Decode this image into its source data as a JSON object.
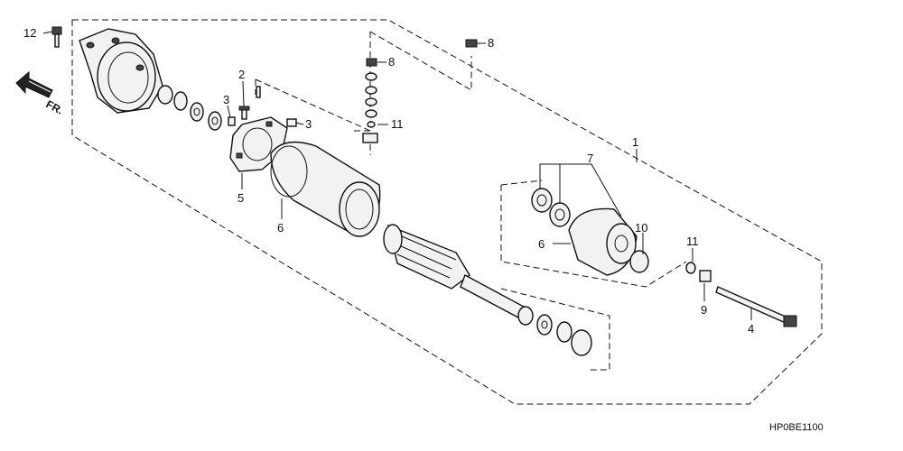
{
  "diagram": {
    "code": "HP0BE1100",
    "direction": "FR.",
    "callouts": {
      "c1": "1",
      "c2": "2",
      "c3a": "3",
      "c3b": "3",
      "c4": "4",
      "c5": "5",
      "c6a": "6",
      "c6b": "6",
      "c7": "7",
      "c8a": "8",
      "c8b": "8",
      "c9": "9",
      "c10": "10",
      "c11a": "11",
      "c11b": "11",
      "c12": "12"
    }
  }
}
